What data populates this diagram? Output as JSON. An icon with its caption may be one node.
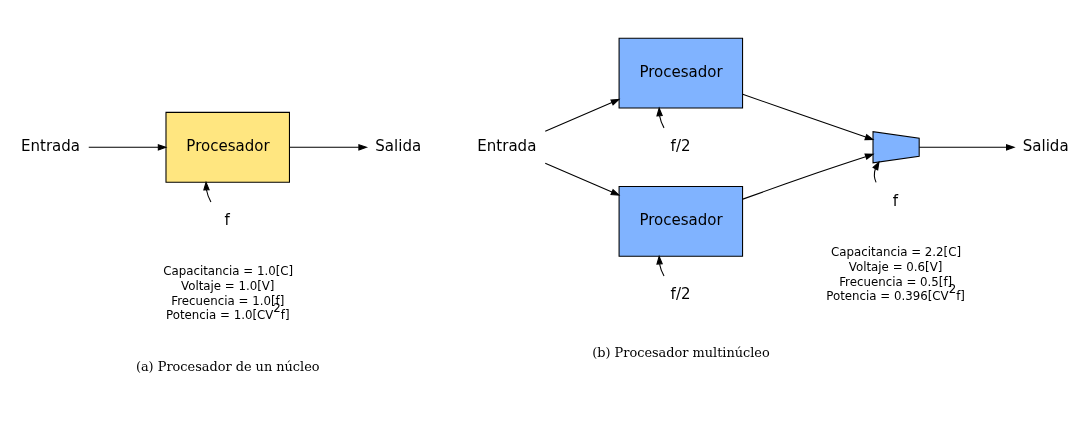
{
  "diagram": {
    "nodes": [
      {
        "text": [
          "Entrada"
        ]
      },
      {
        "text": [
          "Procesador"
        ]
      },
      {
        "text": [
          "Salida"
        ]
      },
      {
        "text": [
          "f"
        ]
      },
      {
        "text": [
          "Entrada"
        ]
      },
      {
        "text": [
          "Procesador"
        ]
      },
      {
        "text": [
          "Procesador"
        ]
      },
      {
        "text": [
          "f/2"
        ]
      },
      {
        "text": [
          "f/2"
        ]
      },
      {
        "text": [],
        "shape": "trapezoid"
      },
      {
        "text": [
          "Salida"
        ]
      },
      {
        "text": [
          "f"
        ]
      }
    ],
    "edges": [
      {
        "from": 0,
        "to": 1,
        "arrow": "to"
      },
      {
        "from": 1,
        "to": 2,
        "arrow": "to"
      },
      {
        "from": 3,
        "to": 1,
        "arrow": "to"
      },
      {
        "from": 4,
        "to": 5,
        "arrow": "to"
      },
      {
        "from": 4,
        "to": 6,
        "arrow": "to"
      },
      {
        "from": 7,
        "to": 5,
        "arrow": "to"
      },
      {
        "from": 8,
        "to": 6,
        "arrow": "to"
      },
      {
        "from": 5,
        "to": 9,
        "arrow": "to"
      },
      {
        "from": 6,
        "to": 9,
        "arrow": "to"
      },
      {
        "from": 11,
        "to": 9,
        "arrow": "to"
      },
      {
        "from": 9,
        "to": 10,
        "arrow": "to"
      }
    ],
    "labels": [
      "Capacitancia = 1.0[C]",
      "Voltaje = 1.0[V]",
      "Frecuencia = 1.0[f]",
      "Potencia = 1.0[CV$^{2}$f]",
      "Capacitancia = 2.2[C]",
      "Voltaje = 0.6[V]",
      "Frecuencia = 0.5[f]",
      "Potencia = 0.396[CV$^{2}$f]",
      "(a) Procesador de un núcleo",
      "(b) Procesador multinúcleo"
    ]
  }
}
